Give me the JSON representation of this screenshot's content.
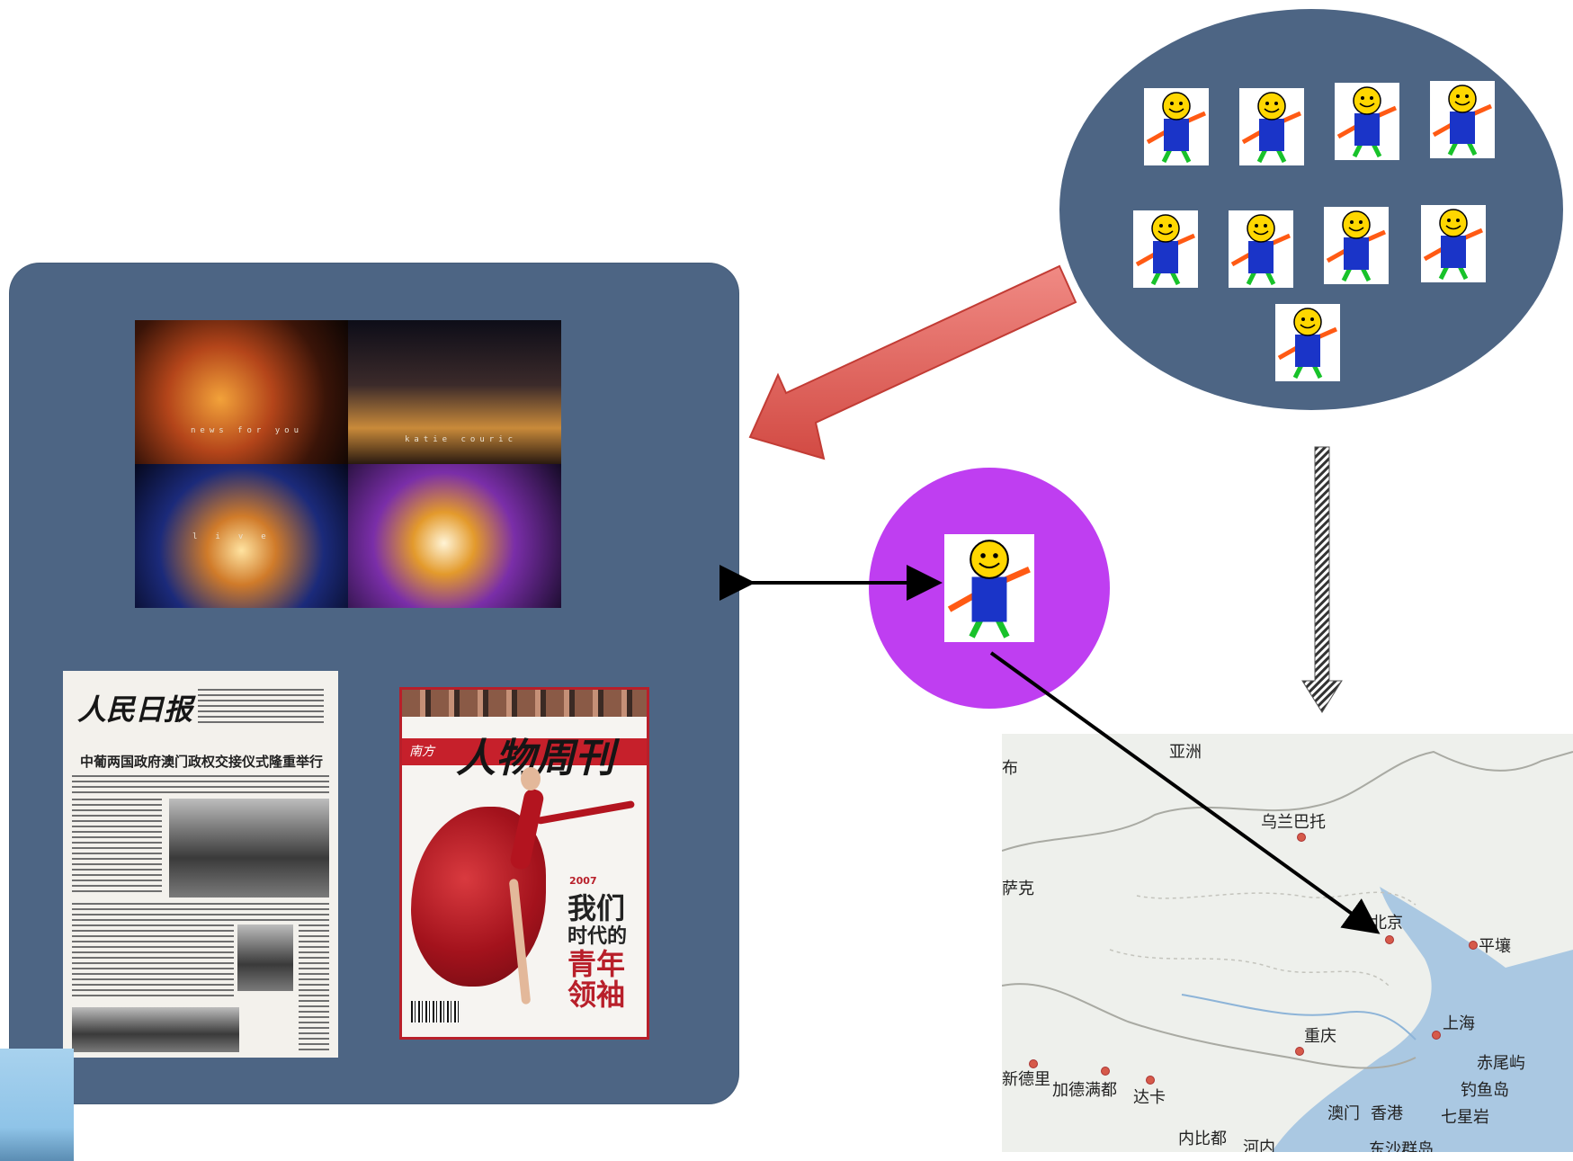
{
  "media": {
    "tv_captions": [
      "news for you",
      "katie couric",
      "live"
    ],
    "newspaper": {
      "masthead": "人民日报",
      "headline": "中葡两国政府澳门政权交接仪式隆重举行"
    },
    "magazine": {
      "brand_prefix": "南方",
      "title": "人物周刊",
      "cover_year": "2007",
      "cover_line1": "我们",
      "cover_line2": "时代的",
      "cover_line3": "青年",
      "cover_line4": "领袖"
    }
  },
  "map": {
    "labels": {
      "yazhou": "亚洲",
      "ulaanbaatar": "乌兰巴托",
      "kazakh_fragment": "萨克",
      "beijing": "北京",
      "pyongyang": "平壤",
      "chongqing": "重庆",
      "shanghai": "上海",
      "new_delhi": "新德里",
      "kathmandu": "加德满都",
      "dhaka": "达卡",
      "macau": "澳门",
      "hongkong": "香港",
      "akasaki": "赤尾屿",
      "diaoyu": "钓鱼岛",
      "shichisei": "七星岩",
      "naypyidaw": "内比都",
      "hanoi": "河内",
      "islands": "东沙群岛",
      "edge_fragment": "布"
    },
    "colors": {
      "land": "#eef0ec",
      "sea": "#aac8e2",
      "border": "#b9b9b0",
      "city": "#d65a4a"
    }
  },
  "colors": {
    "panel": "#4d6584",
    "individual_circle": "#bf3ef1",
    "big_arrow": "#e0605a",
    "person_head": "#ffd700",
    "person_body": "#1a34c8",
    "person_arms": "#ff5a14",
    "person_legs": "#18c22a"
  },
  "icons": [
    "person-icon",
    "double-arrow-icon",
    "big-arrow-icon",
    "hatched-arrow-icon",
    "pointer-arrow-icon"
  ]
}
